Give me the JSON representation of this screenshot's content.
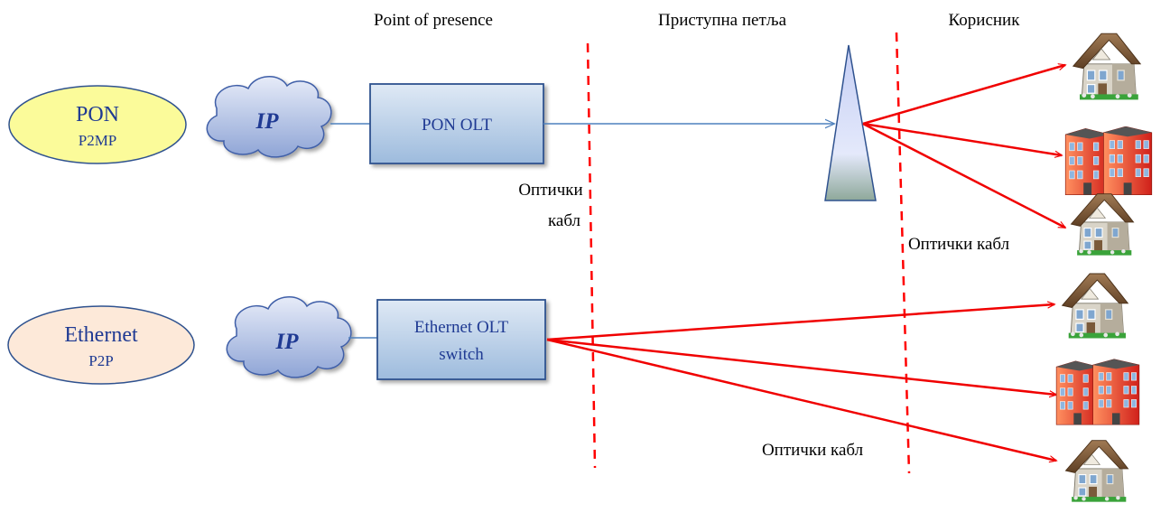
{
  "headers": {
    "pop": "Point of presence",
    "access_loop": "Приступна петља",
    "user": "Корисник"
  },
  "pon": {
    "tech_name": "PON",
    "tech_sub": "P2MP",
    "cloud_label": "IP",
    "olt_label": "PON OLT"
  },
  "ethernet": {
    "tech_name": "Ethernet",
    "tech_sub": "P2P",
    "cloud_label": "IP",
    "switch_line1": "Ethernet OLT",
    "switch_line2": "switch"
  },
  "cable_labels": {
    "pon_feeder_line1": "Оптички",
    "pon_feeder_line2": "кабл",
    "pon_drop": "Оптички кабл",
    "ethernet": "Оптички кабл"
  },
  "colors": {
    "red_link": "#f00000",
    "blue_link": "#4f81bd",
    "pon_oval": "#fbfb9a",
    "ethernet_oval": "#fde9d9",
    "box_fill_top": "#dbe5f1",
    "box_fill_bottom": "#95b3d7",
    "box_stroke": "#2f528f",
    "dash_red": "#ff0000"
  },
  "buildings": {
    "pon": [
      "house",
      "office",
      "house"
    ],
    "ethernet": [
      "house",
      "office",
      "house"
    ]
  }
}
